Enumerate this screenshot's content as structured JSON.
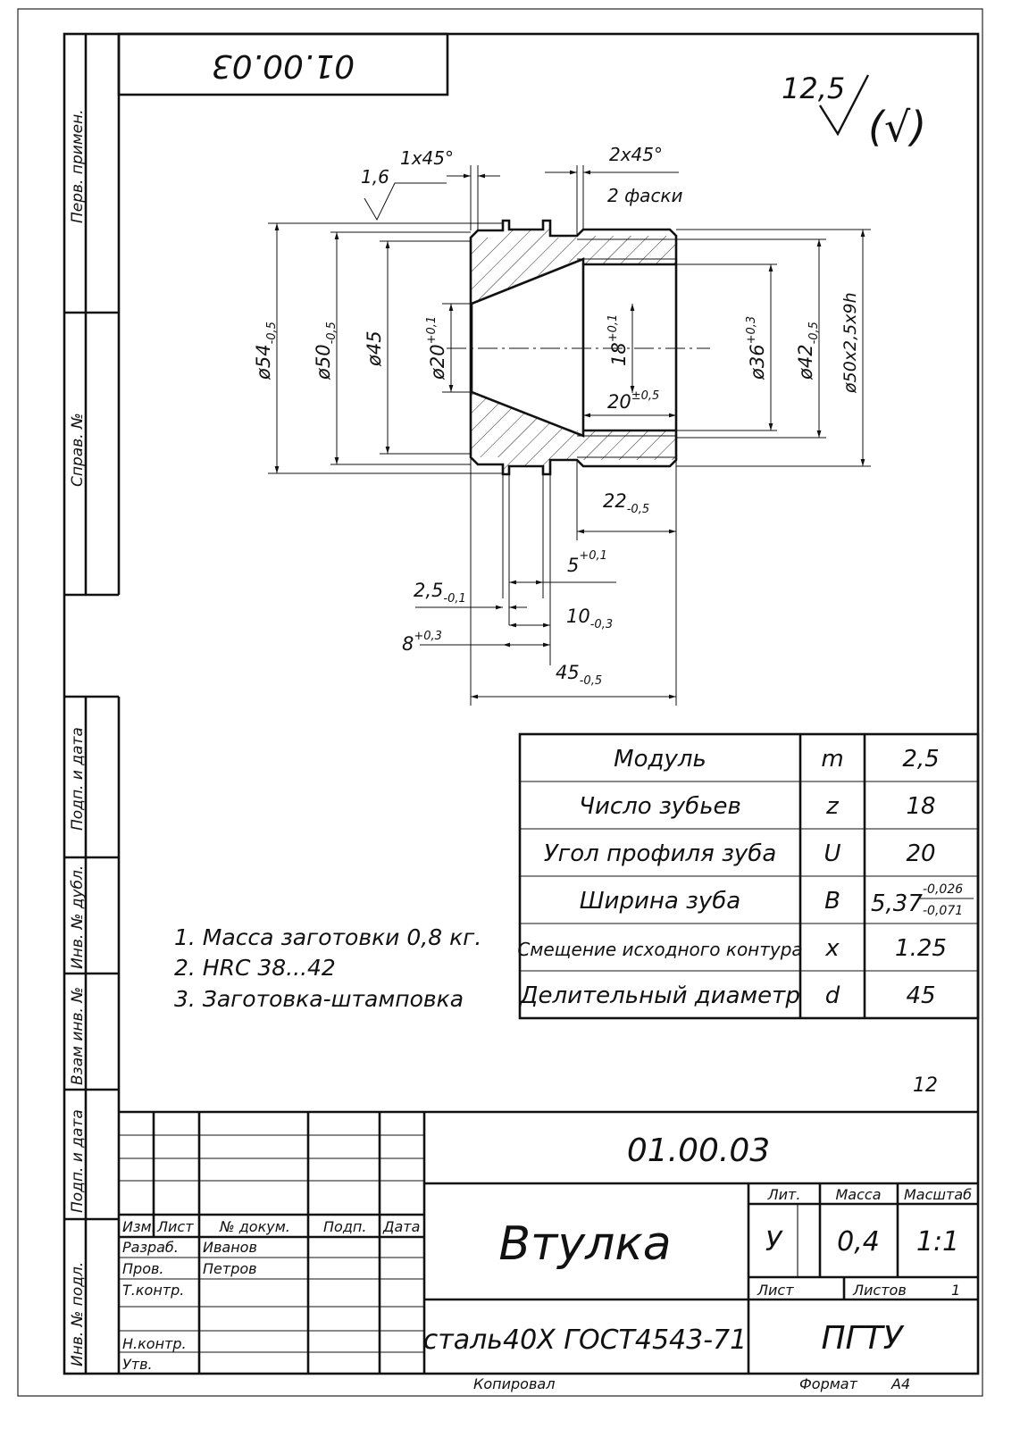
{
  "document": {
    "top_code_rotated": "01.00.03",
    "roughness": {
      "value": "12,5",
      "mark": "(√)"
    },
    "side_columns": [
      "Перв. примен.",
      "Справ. №",
      "Подп. и дата",
      "Инв. № дубл.",
      "Взам инв. №",
      "Подп. и дата",
      "Инв. № подл."
    ],
    "page_mark": "12"
  },
  "drawing": {
    "chamfer_left": "1х45°",
    "roughness_local": "1,6",
    "chamfer_right": "2х45°",
    "chamfer_right_note": "2 фаски",
    "dim_d54": {
      "base": "ø54",
      "tol": "-0,5"
    },
    "dim_d50": {
      "base": "ø50",
      "tol": "-0,5"
    },
    "dim_d45": {
      "base": "ø45"
    },
    "dim_d20": {
      "base": "ø20",
      "tol": "+0,1"
    },
    "dim_18": {
      "base": "18",
      "tol": "+0,1"
    },
    "dim_20": {
      "base": "20",
      "tol": "±0,5"
    },
    "dim_d36": {
      "base": "ø36",
      "tol": "+0,3"
    },
    "dim_d42": {
      "base": "ø42",
      "tol": "-0,5"
    },
    "dim_spline": {
      "base": "ø50х2,5х9h"
    },
    "dim_22": {
      "base": "22",
      "tol": "-0,5"
    },
    "dim_5": {
      "base": "5",
      "tol": "+0,1"
    },
    "dim_2_5": {
      "base": "2,5",
      "tol": "-0,1"
    },
    "dim_10": {
      "base": "10",
      "tol": "-0,3"
    },
    "dim_8": {
      "base": "8",
      "tol": "+0,3"
    },
    "dim_45": {
      "base": "45",
      "tol": "-0,5"
    }
  },
  "params_table": [
    {
      "name": "Модуль",
      "symbol": "m",
      "value": "2,5"
    },
    {
      "name": "Число зубьев",
      "symbol": "z",
      "value": "18"
    },
    {
      "name": "Угол профиля зуба",
      "symbol": "U",
      "value": "20"
    },
    {
      "name": "Ширина зуба",
      "symbol": "B",
      "value": "5,37",
      "tol_upper": "-0,026",
      "tol_lower": "-0,071"
    },
    {
      "name": "Смещение исходного контура",
      "symbol": "x",
      "value": "1.25"
    },
    {
      "name": "Делительный диаметр",
      "symbol": "d",
      "value": "45"
    }
  ],
  "notes": [
    "1. Масса заготовки 0,8 кг.",
    "2. HRC 38...42",
    "3. Заготовка-штамповка"
  ],
  "title_block": {
    "code": "01.00.03",
    "name": "Втулка",
    "material": "сталь40Х ГОСТ4543-71",
    "org": "ПГТУ",
    "headers": {
      "izm": "Изм.",
      "list": "Лист",
      "doc": "№ докум.",
      "podp": "Подп.",
      "data": "Дата"
    },
    "roles": [
      {
        "role": "Разраб.",
        "name": "Иванов"
      },
      {
        "role": "Пров.",
        "name": "Петров"
      },
      {
        "role": "Т.контр.",
        "name": ""
      },
      {
        "role": "Н.контр.",
        "name": ""
      },
      {
        "role": "Утв.",
        "name": ""
      }
    ],
    "lit_label": "Лит.",
    "mass_label": "Масса",
    "scale_label": "Масштаб",
    "lit_value": "У",
    "mass_value": "0,4",
    "scale_value": "1:1",
    "sheet_label": "Лист",
    "sheets_label": "Листов",
    "sheets_value": "1"
  },
  "footer": {
    "copied": "Копировал",
    "format_label": "Формат",
    "format_value": "А4"
  }
}
